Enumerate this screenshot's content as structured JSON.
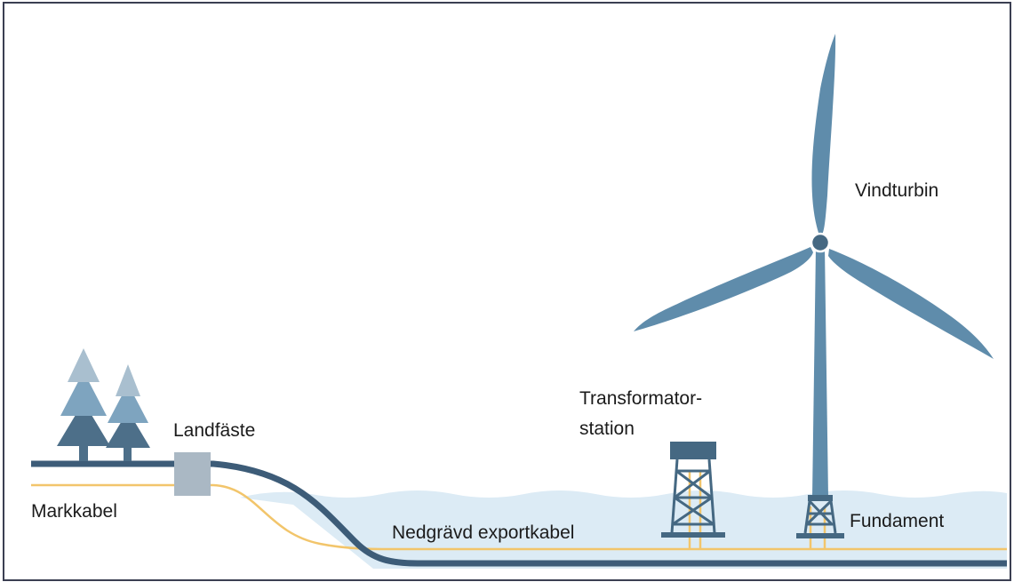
{
  "labels": {
    "wind_turbine": "Vindturbin",
    "transformer_line1": "Transformator-",
    "transformer_line2": "station",
    "landfall": "Landfäste",
    "land_cable": "Markkabel",
    "export_cable": "Nedgrävd exportkabel",
    "foundation": "Fundament"
  },
  "colors": {
    "border": "#3b3f52",
    "structure": "#5f8cab",
    "dark_blue": "#456882",
    "seabed": "#3d5c78",
    "sea": "#dcebf5",
    "cable": "#f2c56b",
    "tree_dark": "#4d6f89",
    "tree_mid": "#7ea4bf",
    "tree_light": "#a9bfcf",
    "landfall_box": "#aab8c4"
  }
}
